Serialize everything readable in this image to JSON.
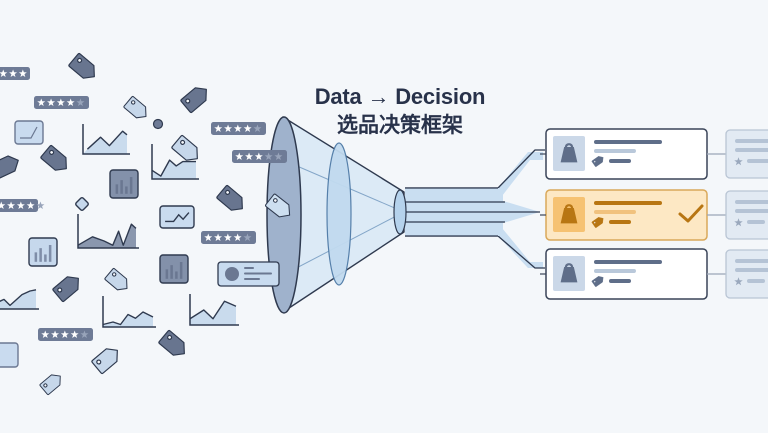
{
  "diagram": {
    "title_en": "Data → Decision",
    "title_zh": "选品决策框架",
    "colors": {
      "background": "#f4f7fa",
      "ink": "#2f3a4f",
      "slate_dark": "#6b7892",
      "slate_light": "#c3d4e6",
      "funnel_blue": "#d4e6f5",
      "stream_blue": "#bcd8ef",
      "selected_fill": "#fde8c4",
      "selected_border": "#d9a85a",
      "selected_accent": "#b87613"
    },
    "input_icon_types": [
      "price-tag",
      "star-rating",
      "line-chart",
      "bar-chart",
      "profile-card",
      "dot",
      "diamond"
    ],
    "rating_badges": [
      {
        "stars": 4
      },
      {
        "stars": 4
      },
      {
        "stars": 3
      },
      {
        "stars": 4
      },
      {
        "stars": 4
      },
      {
        "stars": 4
      },
      {
        "stars": 3
      }
    ],
    "funnel": {
      "label": "filter-funnel",
      "stages": 3
    },
    "outputs": [
      {
        "id": "candidate-1",
        "selected": false
      },
      {
        "id": "candidate-2",
        "selected": true
      },
      {
        "id": "candidate-3",
        "selected": false
      }
    ],
    "side_cards": 3
  }
}
